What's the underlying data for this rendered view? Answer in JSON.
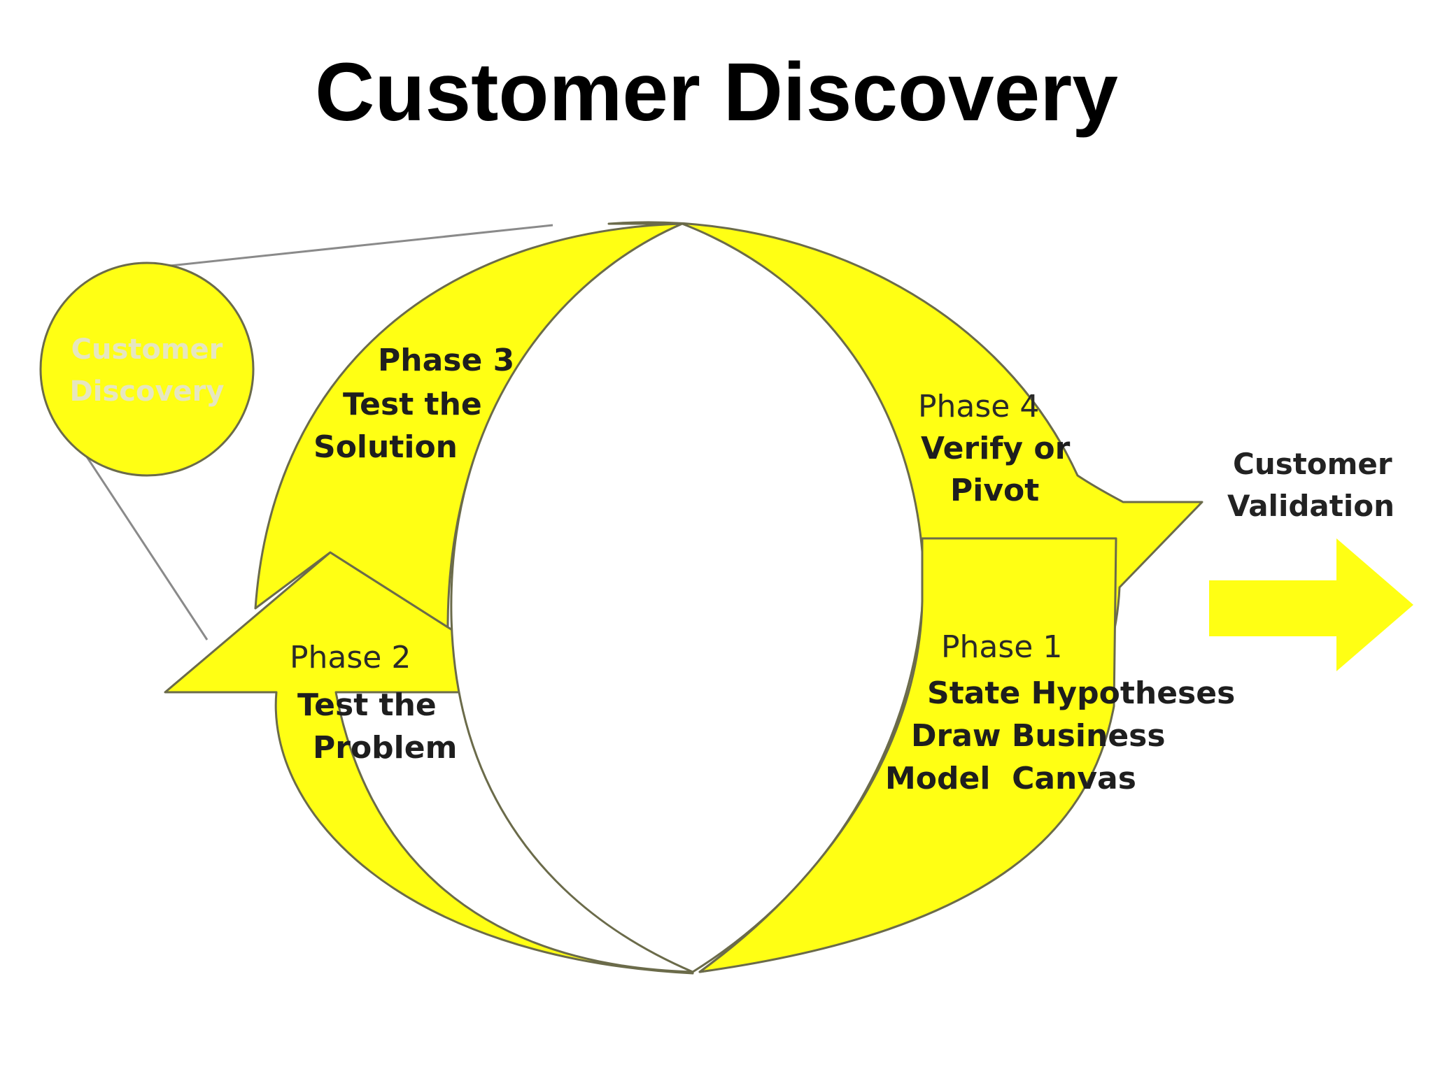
{
  "title": "Customer Discovery",
  "colors": {
    "arrow_fill": "#ffff14",
    "arrow_outline": "#6b6b4a",
    "text": "#1e1e1e"
  },
  "inset": {
    "line1": "Customer",
    "line2": "Discovery"
  },
  "phases": [
    {
      "id": "phase-1",
      "heading": "Phase 1",
      "lines": [
        "State Hypotheses",
        "Draw Business",
        "Model  Canvas"
      ]
    },
    {
      "id": "phase-2",
      "heading": "Phase 2",
      "lines": [
        "Test the",
        "Problem"
      ]
    },
    {
      "id": "phase-3",
      "heading": "Phase 3",
      "lines": [
        "Test the",
        "Solution"
      ]
    },
    {
      "id": "phase-4",
      "heading": "Phase 4",
      "lines": [
        "Verify or",
        "Pivot"
      ]
    }
  ],
  "exit": {
    "line1": "Customer",
    "line2": "Validation"
  }
}
